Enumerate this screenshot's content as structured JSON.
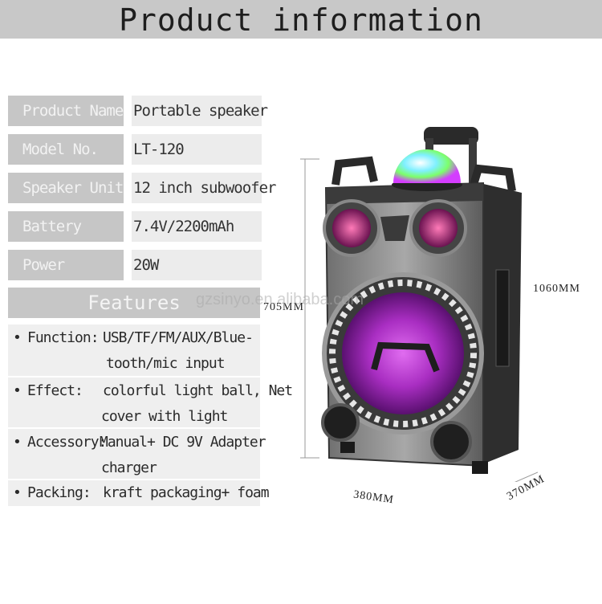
{
  "header": {
    "title": "Product information"
  },
  "specs": [
    {
      "label": "Product Name",
      "value": "Portable speaker"
    },
    {
      "label": "Model No.",
      "value": "LT-120"
    },
    {
      "label": "Speaker Unit",
      "value": "12 inch subwoofer"
    },
    {
      "label": "Battery",
      "value": "7.4V/2200mAh"
    },
    {
      "label": "Power",
      "value": "20W"
    }
  ],
  "features": {
    "heading": "Features",
    "items": [
      {
        "name": "Function:",
        "line1": "USB/TF/FM/AUX/Blue-",
        "line2": "tooth/mic input"
      },
      {
        "name": "Effect:",
        "line1": "colorful light ball, Net",
        "line2": "cover with light"
      },
      {
        "name": "Accessory:",
        "line1": "Manual+ DC 9V Adapter",
        "line2": "charger"
      },
      {
        "name": "Packing:",
        "line1": "kraft packaging+ foam"
      }
    ]
  },
  "dimensions": {
    "height_total": "1060MM",
    "height_body": "705MM",
    "width": "380MM",
    "depth": "370MM"
  },
  "watermark": "gzsinyo.en.alibaba.com",
  "colors": {
    "label_bg": "#c6c6c6",
    "value_bg": "#ececec",
    "speaker_body": "#8c8c8c",
    "led_purple": "#b22fc6"
  }
}
